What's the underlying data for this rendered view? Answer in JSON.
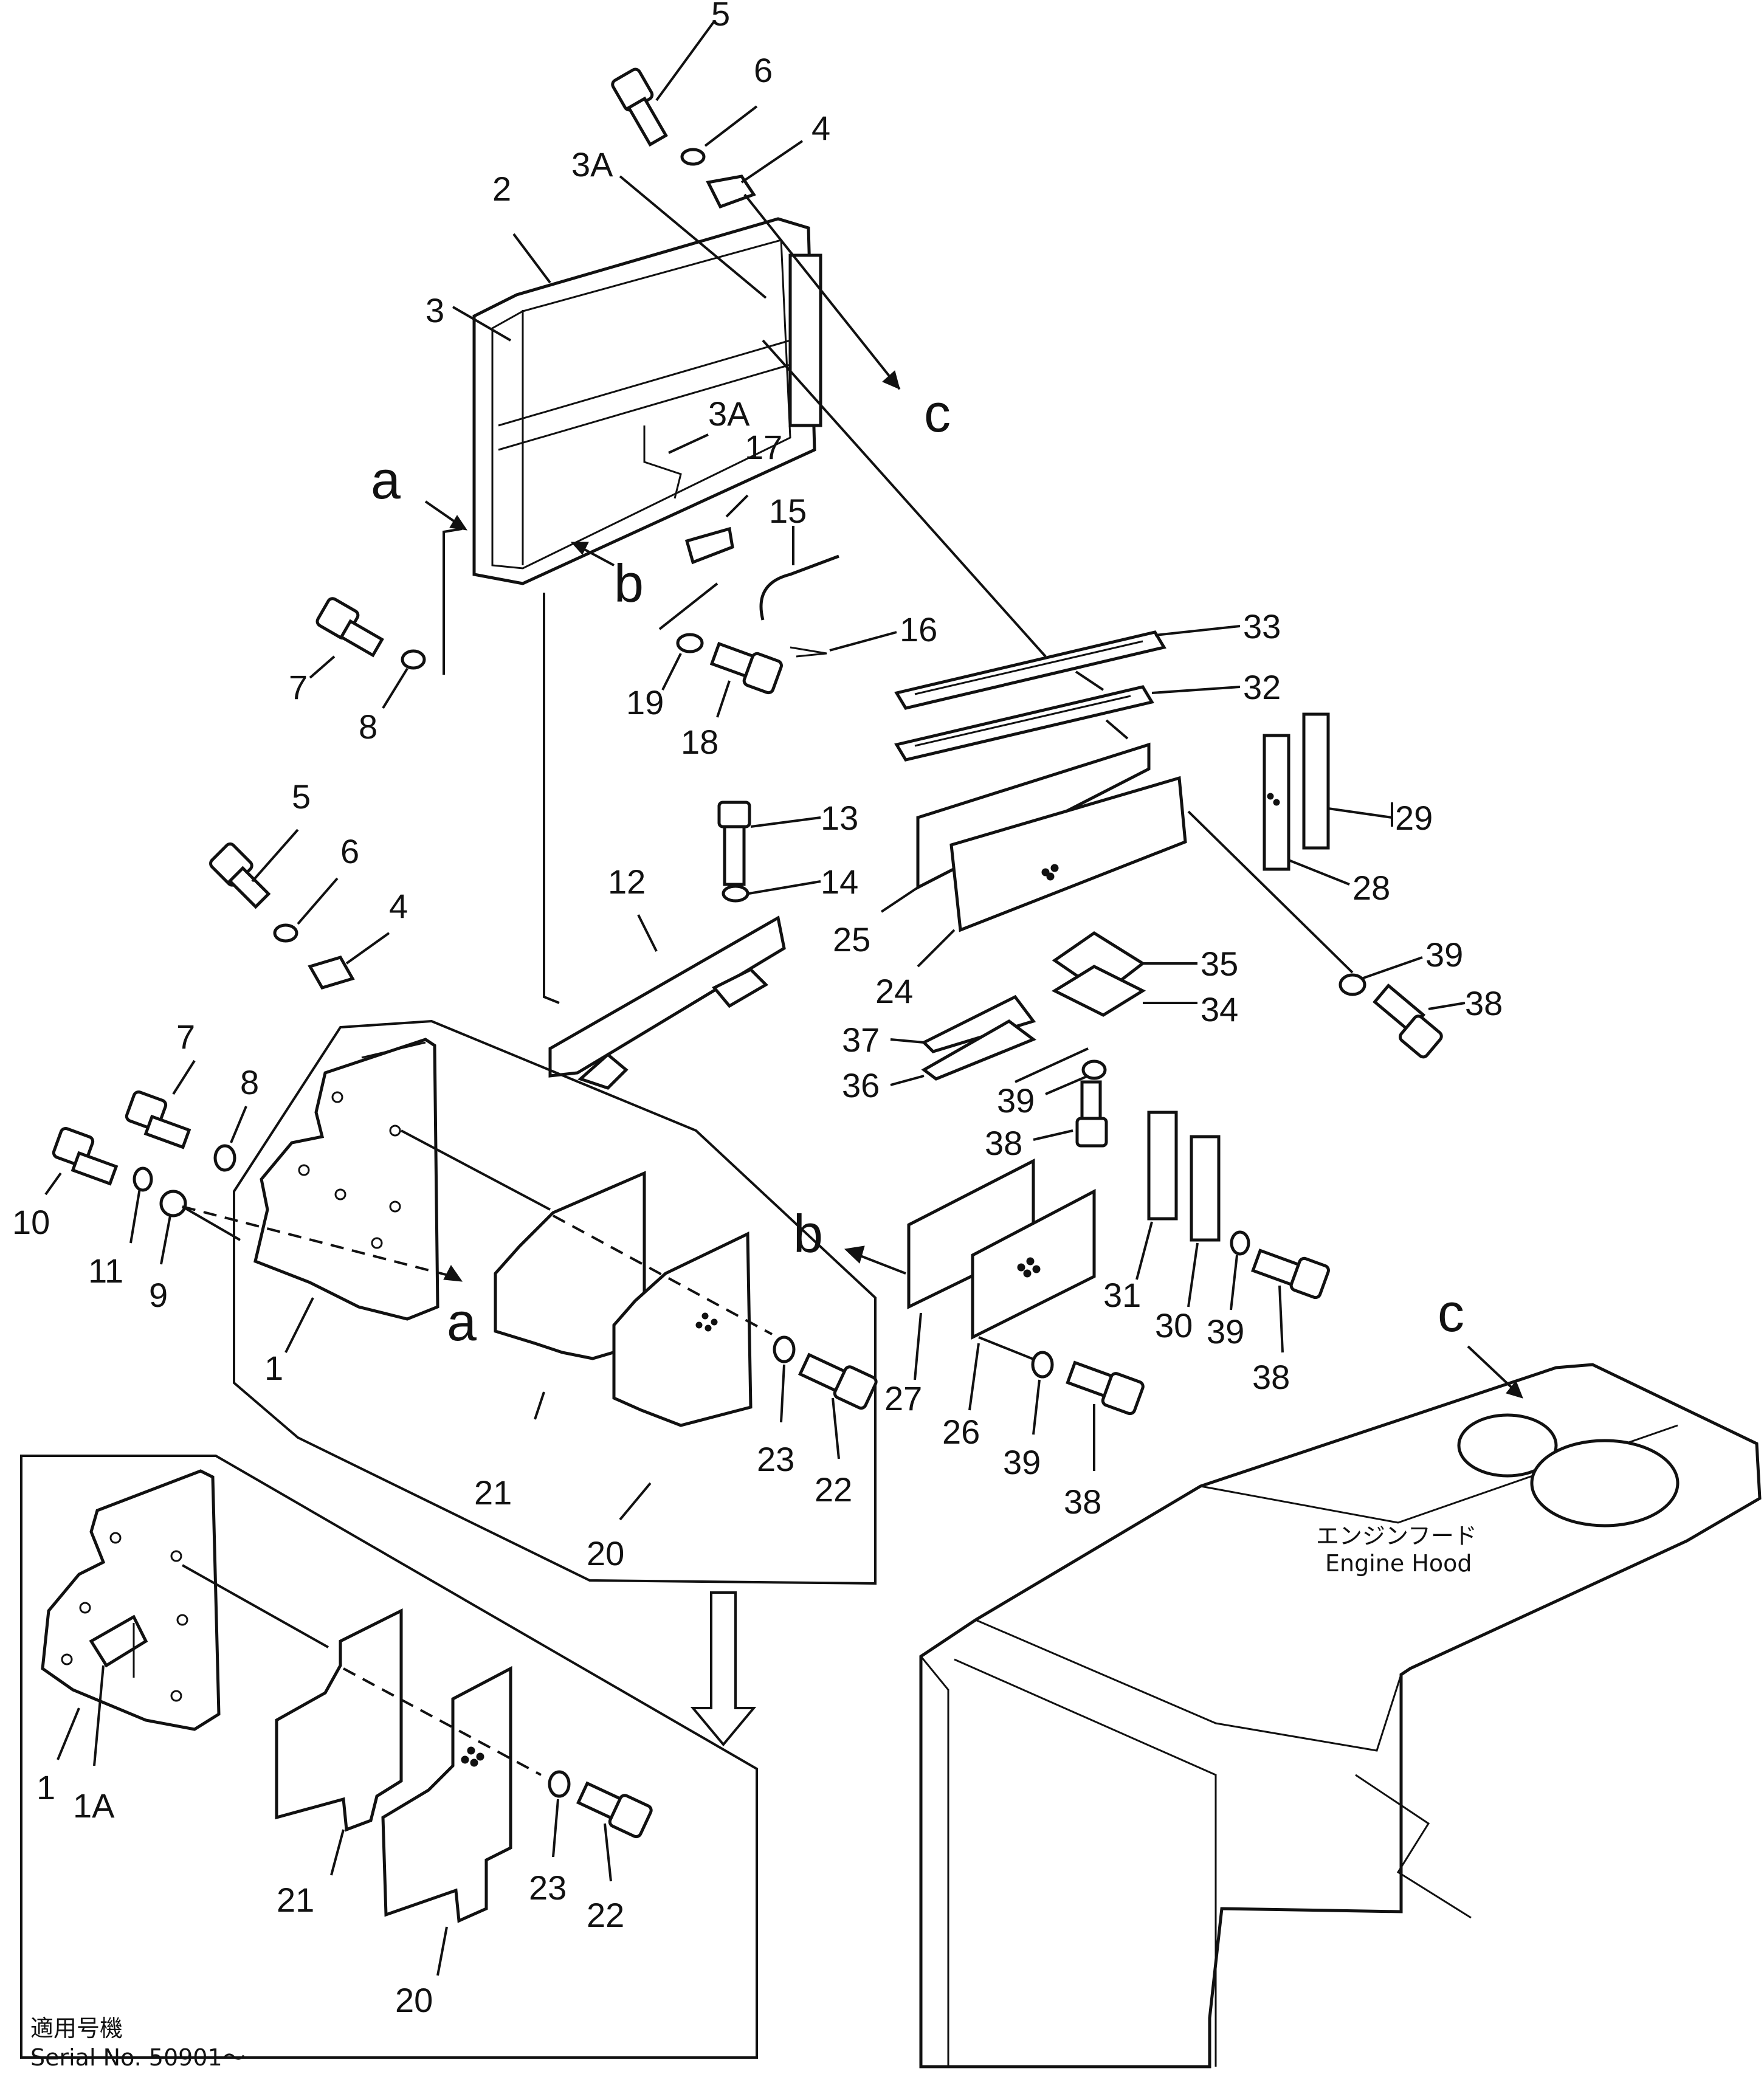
{
  "labels": {
    "l_5a": "5",
    "l_6a": "6",
    "l_4a": "4",
    "l_3A_top": "3A",
    "l_2": "2",
    "l_3": "3",
    "l_c_arrow": "c",
    "l_3A_mid": "3A",
    "l_17": "17",
    "l_15": "15",
    "l_a_top": "a",
    "l_b_top": "b",
    "l_16": "16",
    "l_7a": "7",
    "l_8a": "8",
    "l_19": "19",
    "l_18": "18",
    "l_33": "33",
    "l_32": "32",
    "l_29": "29",
    "l_28": "28",
    "l_5b": "5",
    "l_6b": "6",
    "l_4b": "4",
    "l_13": "13",
    "l_14": "14",
    "l_12": "12",
    "l_25": "25",
    "l_24": "24",
    "l_39a": "39",
    "l_38a": "38",
    "l_35": "35",
    "l_34": "34",
    "l_37": "37",
    "l_36": "36",
    "l_39b": "39",
    "l_38b": "38",
    "l_7b": "7",
    "l_8b": "8",
    "l_10": "10",
    "l_11": "11",
    "l_9": "9",
    "l_1a": "1",
    "l_a_mid": "a",
    "l_b_mid": "b",
    "l_31": "31",
    "l_30": "30",
    "l_39c": "39",
    "l_38c": "38",
    "l_27": "27",
    "l_26": "26",
    "l_39d": "39",
    "l_38d": "38",
    "l_23a": "23",
    "l_22a": "22",
    "l_21a": "21",
    "l_20a": "20",
    "l_c_hood": "c",
    "l_1b": "1",
    "l_1A": "1A",
    "l_23b": "23",
    "l_22b": "22",
    "l_21b": "21",
    "l_20b": "20"
  },
  "hood_note": {
    "jp": "エンジンフード",
    "en": "Engine  Hood"
  },
  "serial": {
    "jp": "適用号機",
    "en": "Serial  No.  50901～"
  }
}
